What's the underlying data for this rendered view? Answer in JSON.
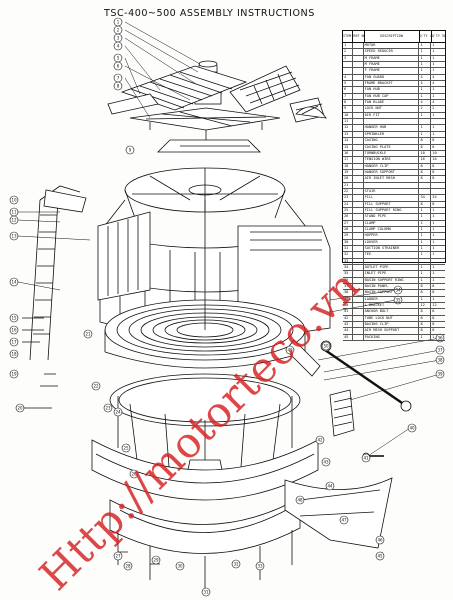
{
  "title": "TSC-400~500  ASSEMBLY INSTRUCTIONS",
  "watermark": "Http://motorteco.vn",
  "parts_table": {
    "headers": [
      "ITEM NO.",
      "REF NO.",
      "DESCRIPTION",
      "Q'TY 400",
      "Q'TY 500"
    ],
    "rows": [
      [
        "1",
        "",
        "MOTOR",
        "1",
        "1"
      ],
      [
        "2",
        "",
        "SPEED REDUCER",
        "1",
        "1"
      ],
      [
        "3",
        "",
        "M FRAME",
        "1",
        "1"
      ],
      [
        "",
        "",
        "M FRAME",
        "1",
        "1"
      ],
      [
        "",
        "",
        "F FRAME",
        "1",
        "1"
      ],
      [
        "4",
        "",
        "FAN GUARD",
        "4",
        "4"
      ],
      [
        "5",
        "",
        "FRAME BRACKET",
        "4",
        "4"
      ],
      [
        "6",
        "",
        "FAN HUB",
        "1",
        "1"
      ],
      [
        "7",
        "",
        "FAN HUB CAP",
        "1",
        "1"
      ],
      [
        "8",
        "",
        "FAN BLADE",
        "4",
        "4"
      ],
      [
        "9",
        "",
        "LOCK NUT",
        "2",
        "2"
      ],
      [
        "10",
        "",
        "AIR FIT",
        "1",
        "1"
      ],
      [
        "11",
        "",
        "",
        "",
        ""
      ],
      [
        "12",
        "",
        "HANGER HUB",
        "1",
        "1"
      ],
      [
        "13",
        "",
        "SPRINKLER",
        "1",
        "1"
      ],
      [
        "14",
        "",
        "CASING",
        "8",
        "8"
      ],
      [
        "15",
        "",
        "CASING PLATE",
        "8",
        "8"
      ],
      [
        "16",
        "",
        "TURNBUCKLE",
        "10",
        "10"
      ],
      [
        "17",
        "",
        "TENSION WIRE",
        "16",
        "16"
      ],
      [
        "18",
        "",
        "HANGER CLIP",
        "8",
        "8"
      ],
      [
        "19",
        "",
        "HANGER SUPPORT",
        "8",
        "8"
      ],
      [
        "20",
        "",
        "AIR INLET MESH",
        "8",
        "8"
      ],
      [
        "21",
        "",
        "",
        "",
        ""
      ],
      [
        "22",
        "",
        "STAIR",
        "",
        ""
      ],
      [
        "23",
        "",
        "FILL",
        "34",
        "34"
      ],
      [
        "24",
        "",
        "FILL SUPPORT",
        "8",
        "8"
      ],
      [
        "25",
        "",
        "FILL SUPPORT RING",
        "1",
        "1"
      ],
      [
        "26",
        "",
        "STAND PIPE",
        "1",
        "1"
      ],
      [
        "27",
        "",
        "CLAMP",
        "1",
        "1"
      ],
      [
        "28",
        "",
        "CLAMP COLUMN",
        "1",
        "1"
      ],
      [
        "29",
        "",
        "HOPPER",
        "1",
        "1"
      ],
      [
        "30",
        "",
        "LOUVER",
        "1",
        "1"
      ],
      [
        "31",
        "",
        "SUCTION STRAINER",
        "1",
        "1"
      ],
      [
        "32",
        "",
        "TEE",
        "1",
        "1"
      ],
      [
        "33",
        "",
        "",
        "",
        ""
      ],
      [
        "34",
        "",
        "OUTLET PIPE",
        "1",
        "1"
      ],
      [
        "35",
        "",
        "INLET PIPE",
        "1",
        "1"
      ],
      [
        "36",
        "",
        "BASIN SUPPORT RING",
        "1",
        "1"
      ],
      [
        "37",
        "",
        "BASIN PANEL",
        "8",
        "8"
      ],
      [
        "38",
        "",
        "BASIN SUPPORT",
        "8",
        "8"
      ],
      [
        "39",
        "",
        "LADDER",
        "1",
        "1"
      ],
      [
        "40",
        "",
        "L BRACKET",
        "12",
        "12"
      ],
      [
        "41",
        "",
        "ANCHOR BOLT",
        "8",
        "8"
      ],
      [
        "42",
        "",
        "TUBE LOCK NUT",
        "8",
        "8"
      ],
      [
        "43",
        "",
        "BASINS CLIP",
        "8",
        "8"
      ],
      [
        "44",
        "",
        "AIR MESH SUPPORT",
        "8",
        "8"
      ],
      [
        "45",
        "",
        "PACKING",
        "1",
        "1"
      ]
    ]
  },
  "callouts_left": [
    "1",
    "2",
    "3",
    "4",
    "5",
    "6",
    "7",
    "8",
    "9",
    "10",
    "11",
    "12",
    "13",
    "14",
    "15",
    "16",
    "17",
    "18",
    "19",
    "20",
    "21",
    "22",
    "23",
    "24",
    "25",
    "26",
    "27",
    "28",
    "29",
    "30",
    "31",
    "32",
    "33"
  ],
  "callouts_right": [
    "34",
    "35",
    "36",
    "37",
    "38",
    "39",
    "40",
    "41",
    "42",
    "43",
    "44",
    "45",
    "46",
    "47",
    "48",
    "49",
    "50"
  ]
}
